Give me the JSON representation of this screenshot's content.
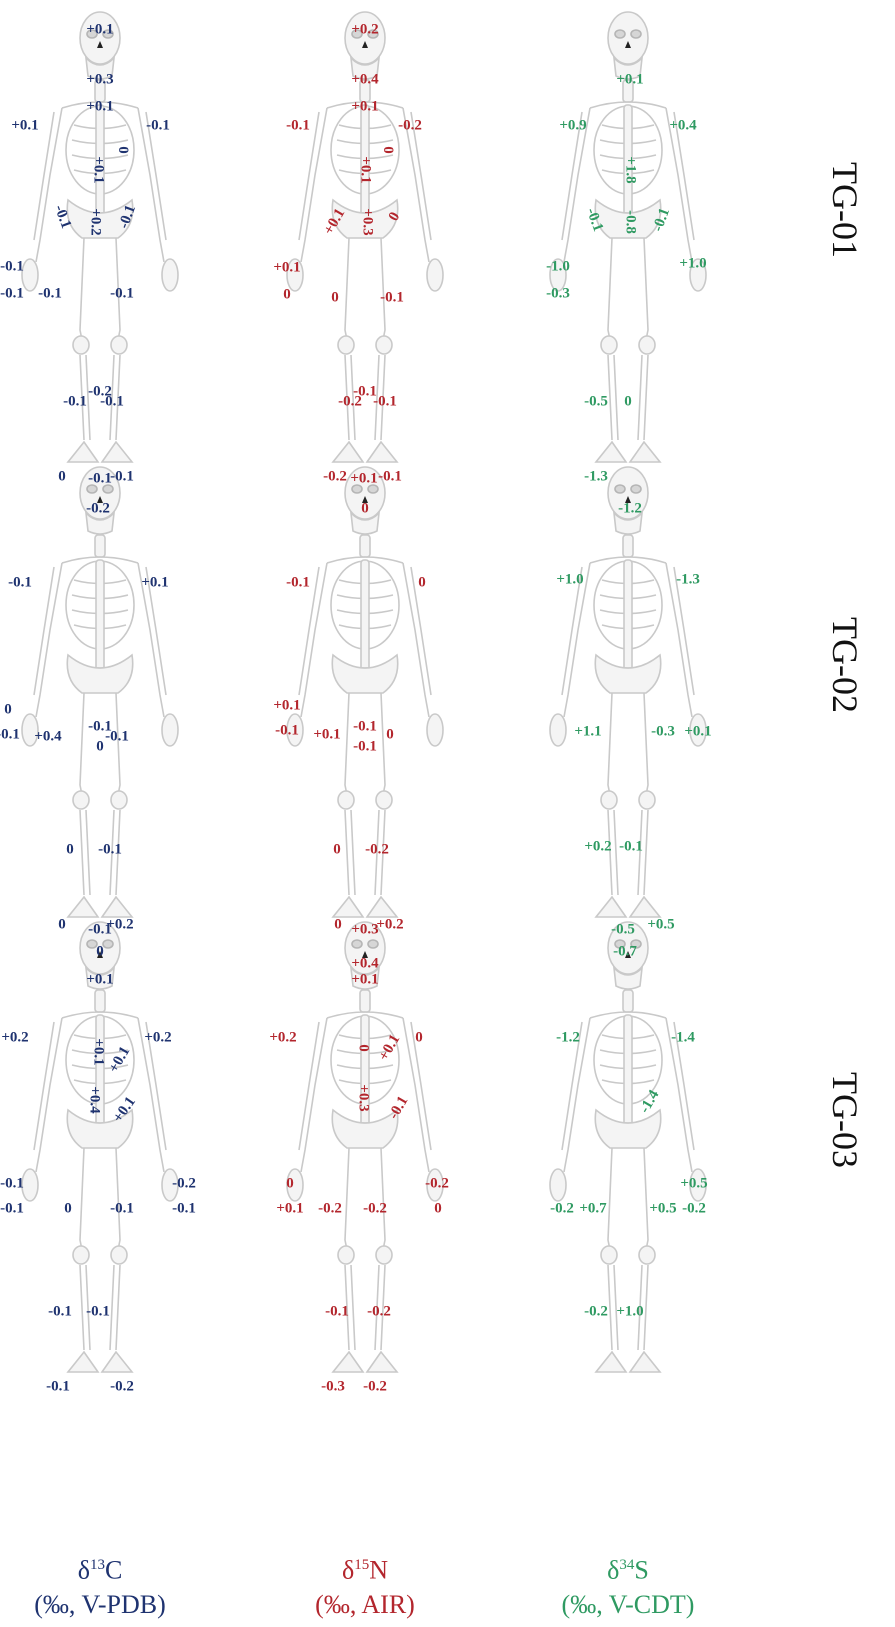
{
  "colors": {
    "c": "#1f3370",
    "n": "#b3262d",
    "s": "#2f9a62"
  },
  "rows": [
    {
      "label": "TG-01",
      "c": [
        "+0.1",
        "+0.3",
        "+0.1",
        "+0.1",
        "-0.1",
        "0",
        "+0.1",
        "-0.1",
        "+0.2",
        "-0.1",
        "-0.1",
        "-0.1",
        "-0.1",
        "-0.1",
        "-0.1",
        "-0.1",
        "0",
        "-0.1",
        "-0.2"
      ],
      "n": [
        "+0.2",
        "+0.4",
        "+0.1",
        "-0.1",
        "-0.2",
        "0",
        "+0.1",
        "+0.1",
        "+0.3",
        "0",
        "+0.1",
        "0",
        "0",
        "-0.1",
        "-0.2",
        "-0.1",
        "-0.2",
        "-0.1",
        "-0.1"
      ],
      "s": [
        "+0.1",
        "+0.9",
        "+0.4",
        "+1.8",
        "-0.1",
        "-0.8",
        "-0.1",
        "-1.0",
        "-0.3",
        "+1.0",
        "-0.5",
        "0",
        "-1.3"
      ]
    },
    {
      "label": "TG-02",
      "c": [
        "-0.1",
        "-0.2",
        "-0.1",
        "+0.1",
        "0",
        "-0.1",
        "+0.4",
        "-0.1",
        "0",
        "-0.1",
        "0",
        "+0.2",
        "-0.1",
        "0"
      ],
      "n": [
        "+0.1",
        "0",
        "-0.1",
        "0",
        "+0.1",
        "-0.1",
        "+0.1",
        "0",
        "0",
        "-0.2",
        "0",
        "+0.2",
        "-0.1",
        "-0.1"
      ],
      "s": [
        "-1.2",
        "+1.0",
        "-1.3",
        "+1.1",
        "-0.3",
        "+0.1",
        "+0.2",
        "-0.1",
        "+0.5"
      ]
    },
    {
      "label": "TG-03",
      "c": [
        "-0.1",
        "0",
        "+0.1",
        "+0.2",
        "+0.2",
        "+0.1",
        "+0.1",
        "+0.4",
        "+0.1",
        "-0.1",
        "-0.1",
        "0",
        "-0.1",
        "-0.2",
        "-0.1",
        "-0.1",
        "-0.1",
        "-0.1",
        "-0.2"
      ],
      "n": [
        "+0.3",
        "+0.4",
        "+0.1",
        "+0.2",
        "0",
        "+0.1",
        "0",
        "+0.3",
        "-0.1",
        "0",
        "+0.1",
        "-0.2",
        "-0.2",
        "-0.2",
        "0",
        "-0.1",
        "-0.2",
        "-0.3",
        "-0.2"
      ],
      "s": [
        "-0.5",
        "-0.7",
        "-1.2",
        "-1.4",
        "-1.4",
        "+0.5",
        "-0.2",
        "+0.7",
        "+0.5",
        "-0.2",
        "-0.2",
        "+1.0"
      ]
    }
  ],
  "axes": {
    "c": {
      "isotope": "δ",
      "mass": "13",
      "element": "C",
      "unit": "(‰, V-PDB)"
    },
    "n": {
      "isotope": "δ",
      "mass": "15",
      "element": "N",
      "unit": "(‰, AIR)"
    },
    "s": {
      "isotope": "δ",
      "mass": "34",
      "element": "S",
      "unit": "(‰, V-CDT)"
    }
  }
}
